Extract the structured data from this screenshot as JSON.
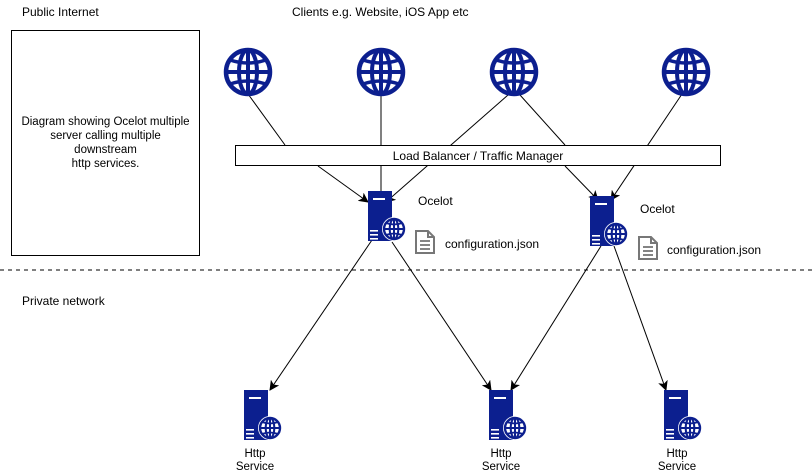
{
  "labels": {
    "public_internet": "Public Internet",
    "clients": "Clients e.g. Website, iOS App etc",
    "private_network": "Private network",
    "load_balancer": "Load Balancer / Traffic Manager",
    "ocelot": "Ocelot",
    "config_file": "configuration.json",
    "http_service_line1": "Http",
    "http_service_line2": "Service"
  },
  "description": {
    "line1": "Diagram showing Ocelot multiple",
    "line2": "server calling multiple downstream",
    "line3": "http services."
  },
  "colors": {
    "server_blue": "#0c1f8f",
    "file_grey": "#777777",
    "line": "#000000"
  },
  "icons": [
    "globe-icon",
    "server-icon",
    "document-icon"
  ]
}
